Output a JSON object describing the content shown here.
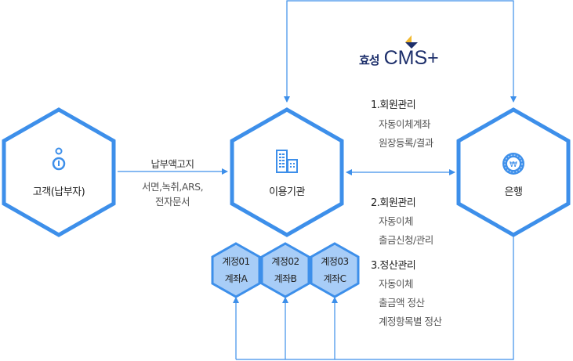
{
  "colors": {
    "accent": "#3d8fea",
    "hex_fill": "#ffffff",
    "account_fill": "#a8cdf7",
    "logo_navy": "#1d2f6b",
    "logo_gold": "#f2b92e"
  },
  "logo": {
    "korean": "효성",
    "brand": "CMS+"
  },
  "nodes": {
    "customer": {
      "label": "고객(납부자)",
      "icon": "person-icon"
    },
    "institution": {
      "label": "이용기관",
      "icon": "building-icon"
    },
    "bank": {
      "label": "은행",
      "icon": "won-coin-icon"
    }
  },
  "accounts": [
    {
      "line1": "계정01",
      "line2": "계좌A"
    },
    {
      "line1": "계정02",
      "line2": "계좌B"
    },
    {
      "line1": "계정03",
      "line2": "계좌C"
    }
  ],
  "customer_link": {
    "top": "납부액고지",
    "bottom_line1": "서면,녹취,ARS,",
    "bottom_line2": "전자문서"
  },
  "services": [
    {
      "title": "1.회원관리",
      "items": [
        "자동이체계좌",
        "원장등록/결과"
      ]
    },
    {
      "title": "2.회원관리",
      "items": [
        "자동이체",
        "출금신청/관리"
      ]
    },
    {
      "title": "3.정산관리",
      "items": [
        "자동이체",
        "출금액 정산",
        "계정항목별 정산"
      ]
    }
  ]
}
